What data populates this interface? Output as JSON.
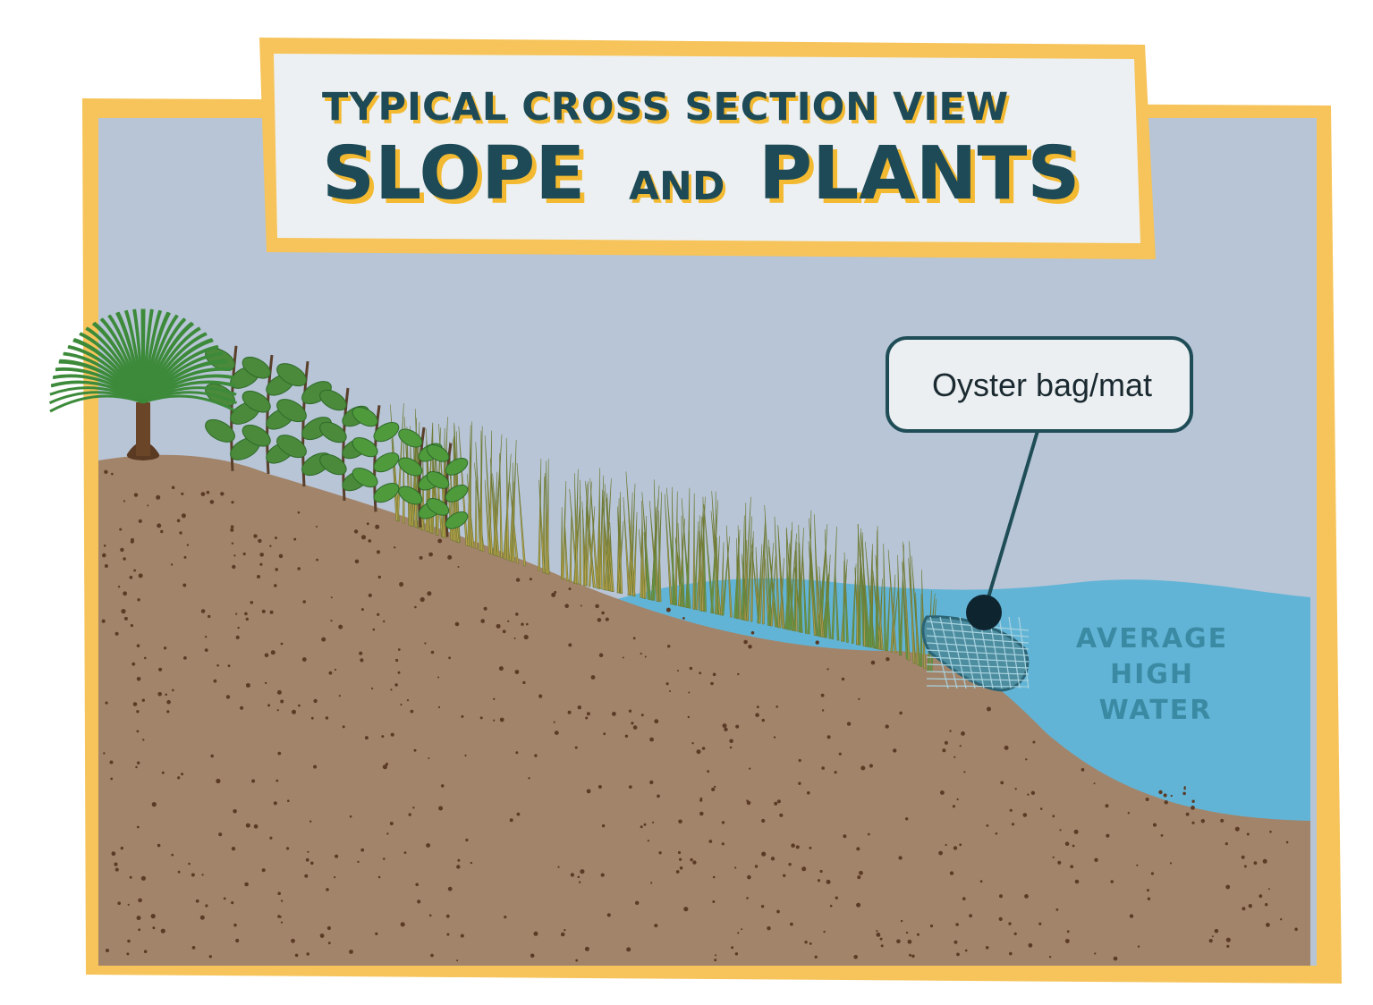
{
  "title": {
    "line1": "TYPICAL CROSS SECTION VIEW",
    "line2_part1": "SLOPE",
    "line2_part2": "AND",
    "line2_part3": "PLANTS"
  },
  "callout": {
    "label": "Oyster bag/mat"
  },
  "water_label": {
    "line1": "AVERAGE",
    "line2": "HIGH",
    "line3": "WATER"
  },
  "colors": {
    "frame_yellow": "#f6c45a",
    "sky": "#b7c5d6",
    "soil": "#a2846a",
    "soil_speck": "#5b3b26",
    "water": "#62b4d6",
    "title_text": "#1d4a56",
    "title_shadow": "#f2b931",
    "callout_border": "#1f4d57",
    "water_label": "#3a8aa3"
  },
  "icons": {
    "palm": "palm-tree-icon",
    "shrub": "mangrove-shrub-icon",
    "grass": "marsh-grass-icon",
    "oyster": "oyster-bag-icon"
  }
}
